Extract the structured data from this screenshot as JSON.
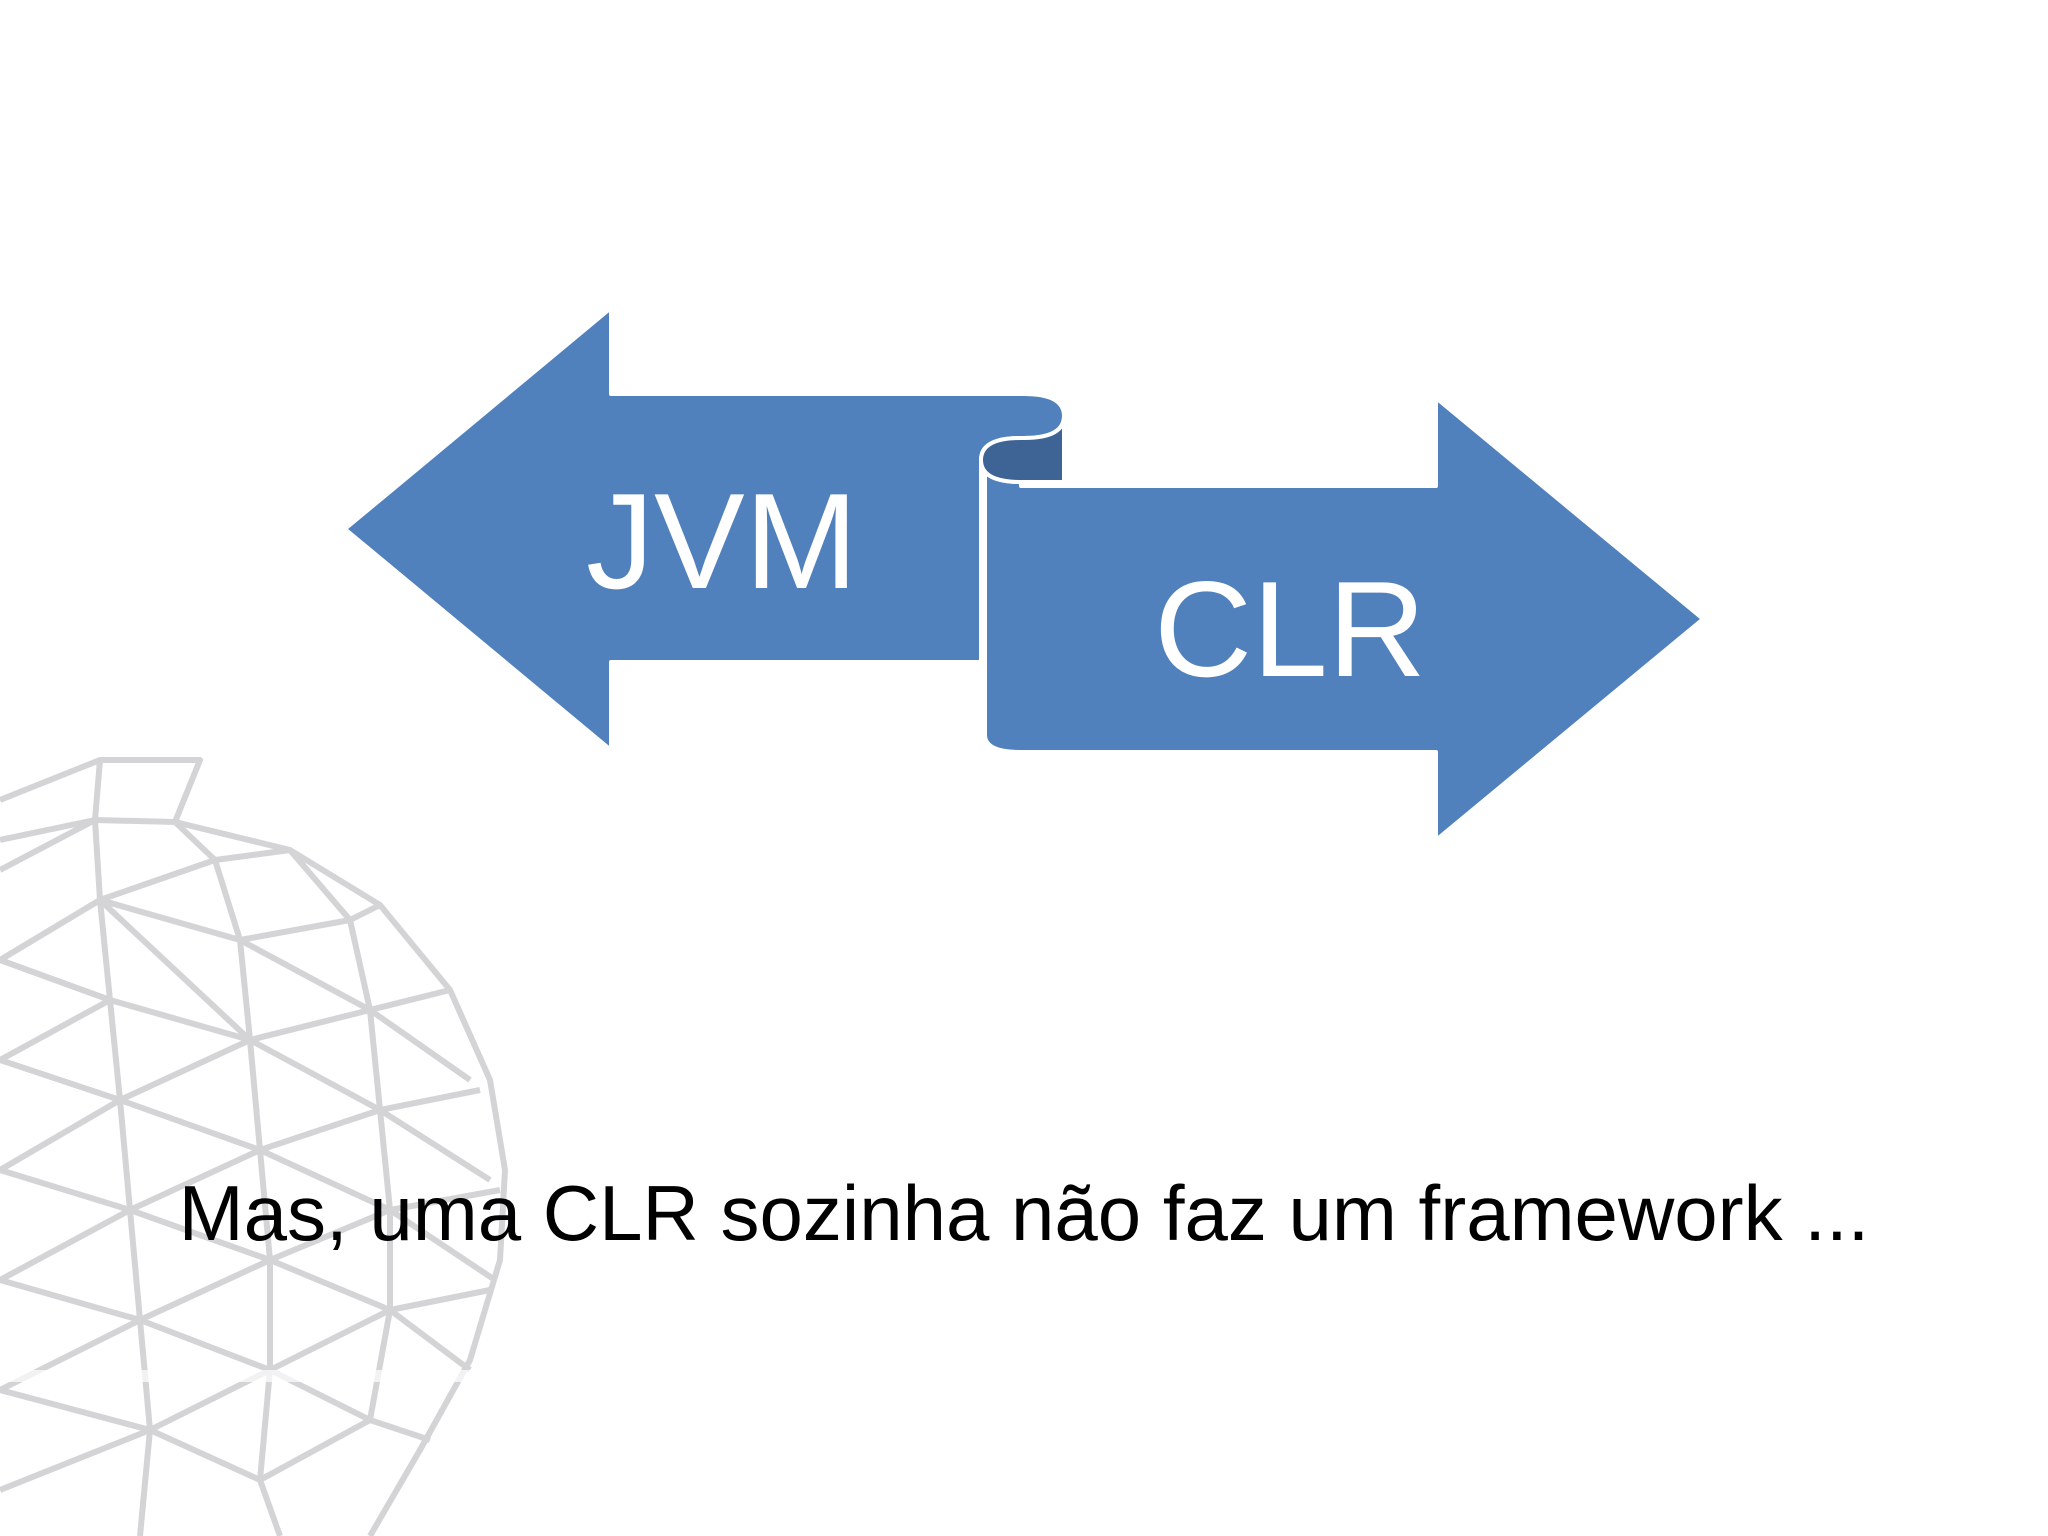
{
  "slide": {
    "left_arrow_label": "JVM",
    "right_arrow_label": "CLR",
    "caption": "Mas, uma CLR sozinha não faz um framework ...",
    "decoration_icon": "geodesic-globe-icon"
  },
  "colors": {
    "arrow_fill": "#5181bd",
    "arrow_fold": "#3d6494",
    "arrow_outline": "#ffffff",
    "globe_lines": "#d4d4d6",
    "caption_text": "#000000",
    "background": "#ffffff"
  }
}
